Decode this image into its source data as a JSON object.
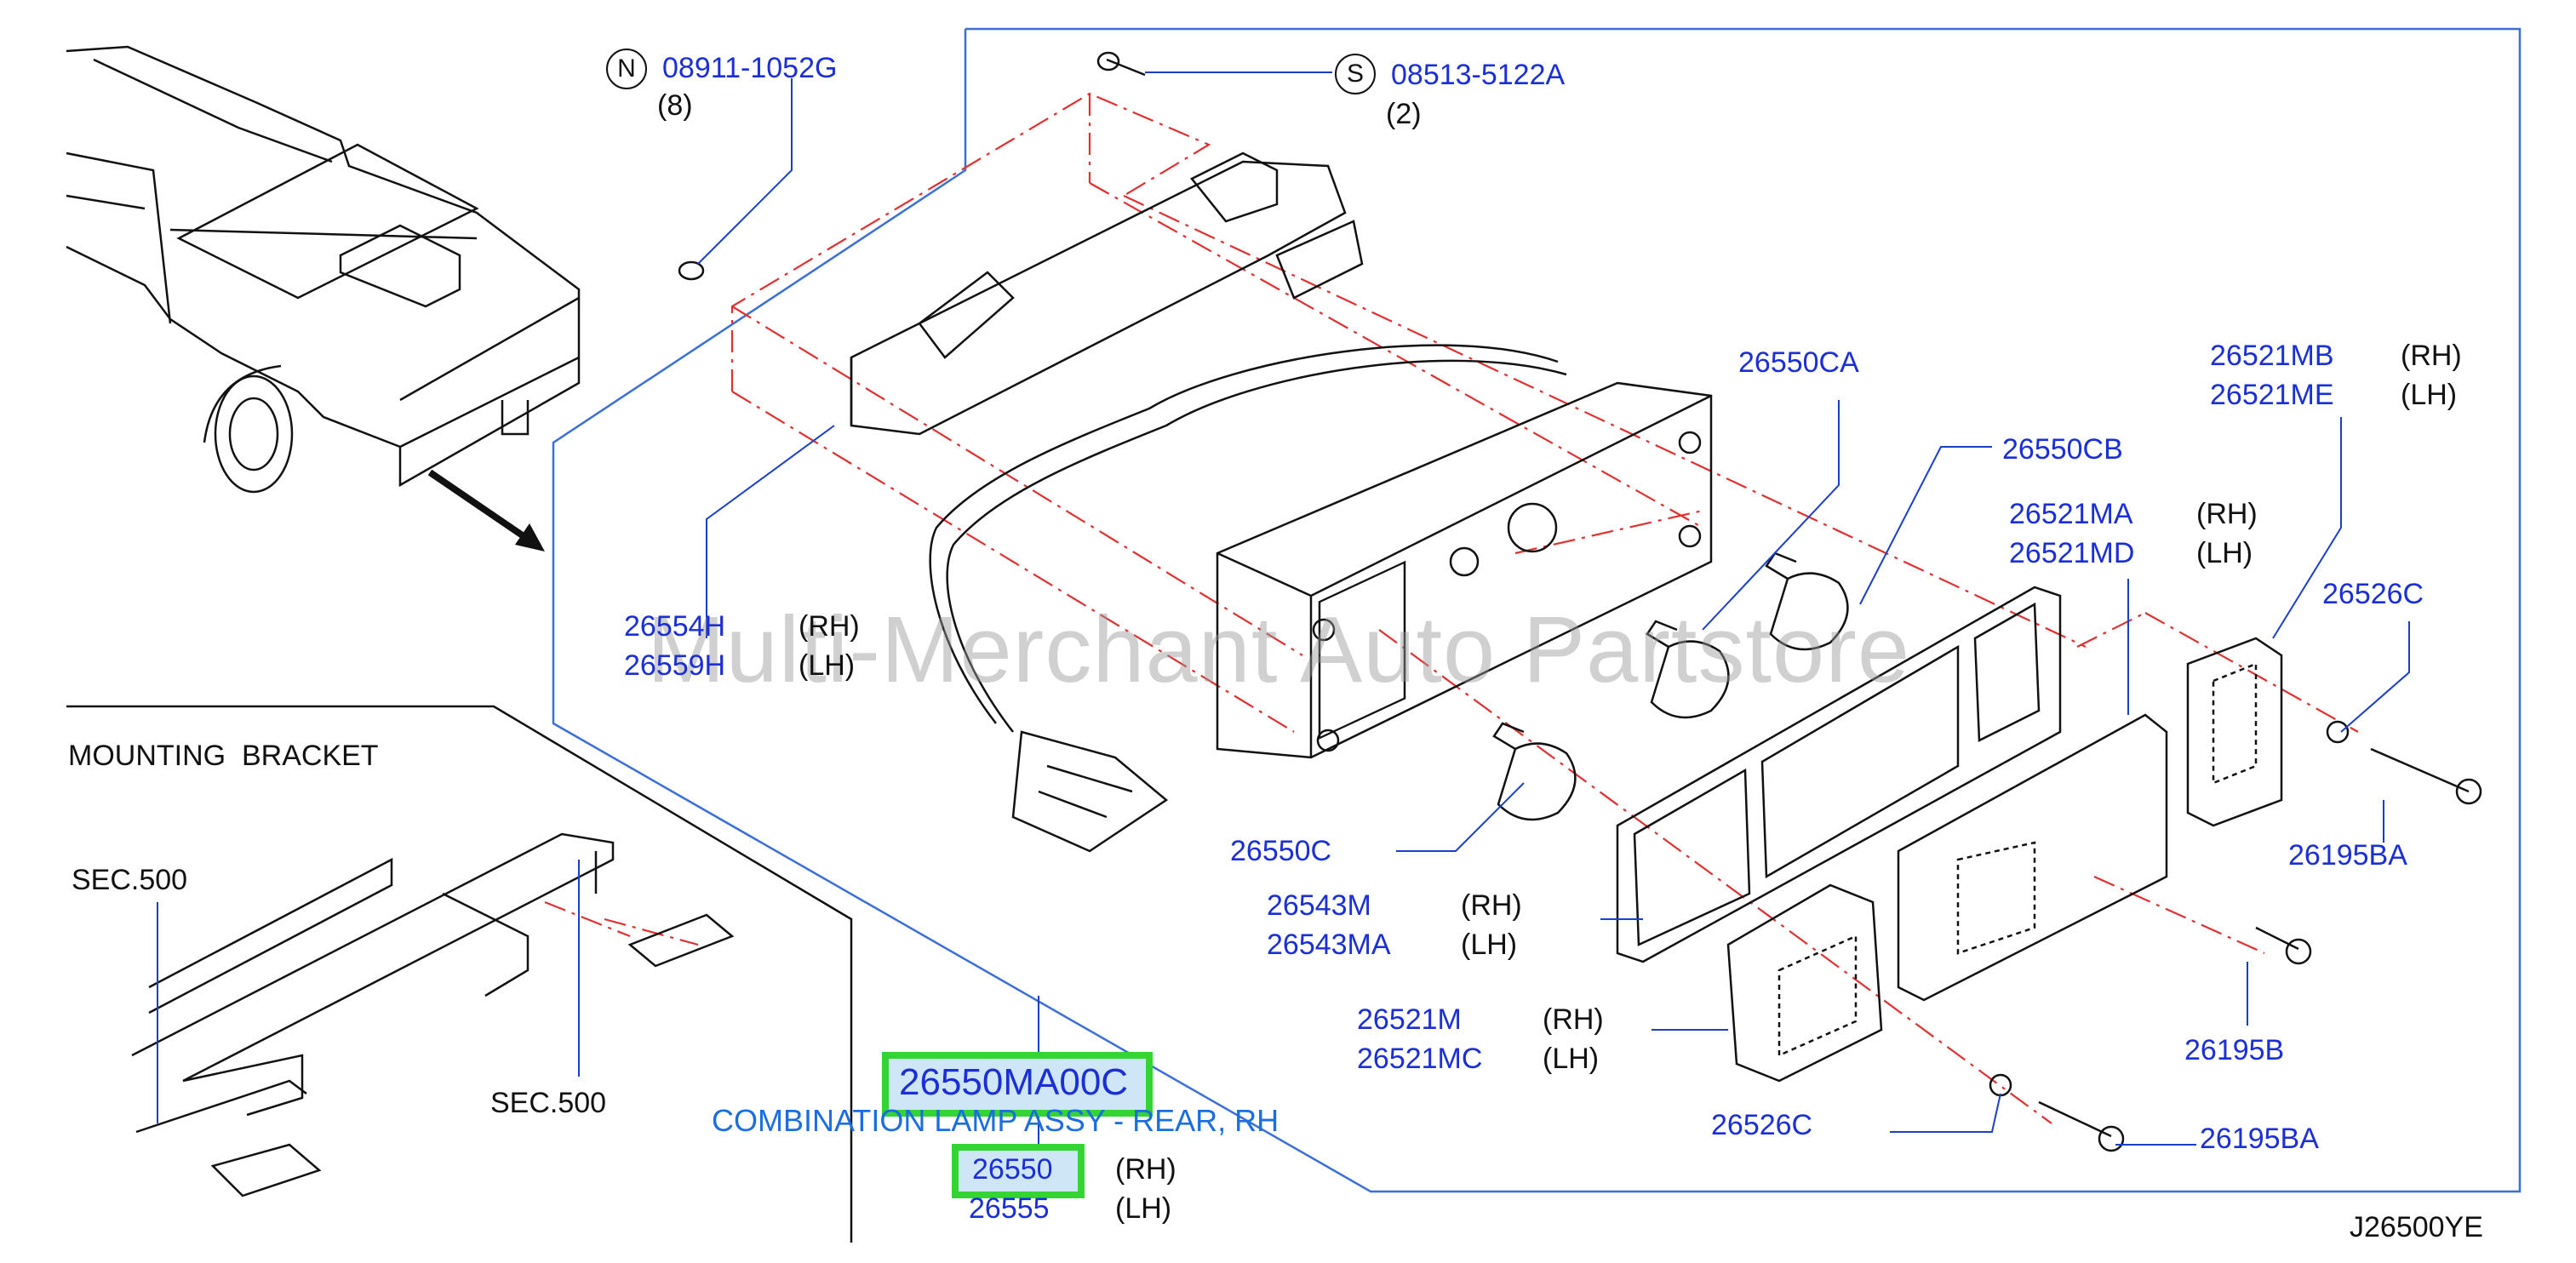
{
  "watermark": "Multi-Merchant Auto Partstore",
  "diagram_code": "J26500YE",
  "section_title": "MOUNTING  BRACKET",
  "sec_left": "SEC.500",
  "sec_right": "SEC.500",
  "highlight": {
    "part_no": "26550MA00C",
    "description": "COMBINATION LAMP ASSY - REAR, RH",
    "ref": "26550"
  },
  "fasteners": [
    {
      "symbol": "N",
      "part": "08911-1052G",
      "qty": "(8)"
    },
    {
      "symbol": "S",
      "part": "08513-5122A",
      "qty": "(2)"
    }
  ],
  "labels": {
    "p26554H": "26554H",
    "p26559H": "26559H",
    "p26550CA": "26550CA",
    "p26550CB": "26550CB",
    "p26550C": "26550C",
    "p26521MB": "26521MB",
    "p26521ME": "26521ME",
    "p26521MA": "26521MA",
    "p26521MD": "26521MD",
    "p26526C_top": "26526C",
    "p26526C_bot": "26526C",
    "p26195BA_top": "26195BA",
    "p26195BA_bot": "26195BA",
    "p26195B": "26195B",
    "p26543M": "26543M",
    "p26543MA": "26543MA",
    "p26521M": "26521M",
    "p26521MC": "26521MC",
    "p26555": "26555"
  },
  "sides": {
    "rh": "(RH)",
    "lh": "(LH)"
  }
}
